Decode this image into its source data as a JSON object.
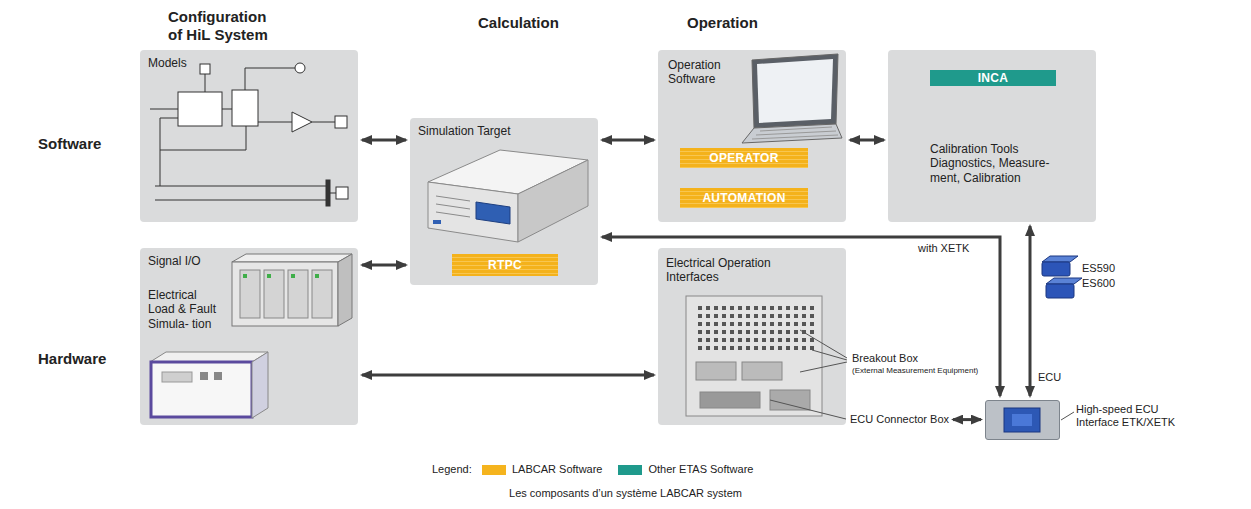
{
  "diagram": {
    "caption": "Les composants d’un système LABCAR system",
    "nodes": [
      {
        "text": [
          "Models"
        ]
      },
      {
        "text": [
          "Simulation Target"
        ]
      },
      {
        "text": [
          "RTPC"
        ],
        "in": 1
      },
      {
        "text": [
          "Operation Software"
        ]
      },
      {
        "text": [
          "OPERATOR"
        ],
        "in": 3
      },
      {
        "text": [
          "AUTOMATION"
        ],
        "in": 3
      },
      {
        "text": [
          "Calibration Tools Diagnostics, Measure- ment, Calibration"
        ]
      },
      {
        "text": [
          "INCA"
        ],
        "in": 6
      },
      {
        "text": [
          "Signal I/O",
          "Electrical Load & Fault Simula- tion"
        ]
      },
      {
        "text": [
          "Electrical Operation Interfaces"
        ]
      },
      {
        "text": [
          "ECU Connector Box"
        ]
      },
      {
        "text": [
          "ECU",
          "High-speed ECU Interface ETK/XETK"
        ]
      }
    ],
    "edges": [
      {
        "from": 0,
        "to": 1,
        "arrow": "both"
      },
      {
        "from": 8,
        "to": 1,
        "arrow": "both"
      },
      {
        "from": 1,
        "to": 3,
        "arrow": "both"
      },
      {
        "from": 3,
        "to": 6,
        "arrow": "both"
      },
      {
        "from": 8,
        "to": 9,
        "arrow": "both"
      },
      {
        "from": 6,
        "to": 11,
        "arrow": "both"
      },
      {
        "from": 11,
        "to": 1,
        "label": "with XETK",
        "arrow": "both"
      },
      {
        "from": 10,
        "to": 11,
        "arrow": "both"
      }
    ],
    "labels": [
      "Configuration of HiL System",
      "Calculation",
      "Operation",
      "Software",
      "Hardware",
      "Breakout Box",
      "(External Measurement Equipment)",
      "ES590",
      "ES600",
      "Legend:"
    ],
    "legend": [
      {
        "text": "LABCAR Software",
        "color": "#f5b41e"
      },
      {
        "text": "Other ETAS Software",
        "color": "#1f9a8c"
      }
    ]
  }
}
